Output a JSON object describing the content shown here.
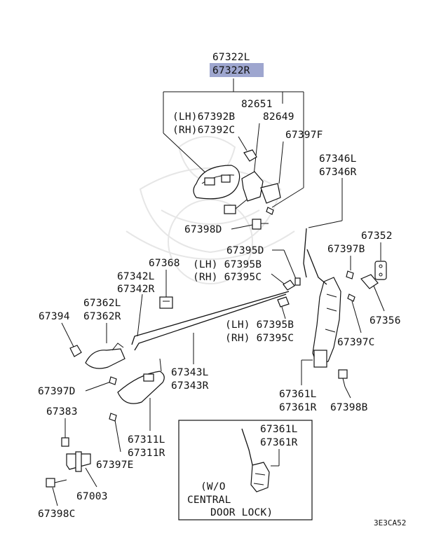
{
  "diagram_code": "3E3CA52",
  "highlight_color": "#9ea6cf",
  "labels": {
    "p67322L": "67322L",
    "p67322R": "67322R",
    "p82651": "82651",
    "p67392B": "(LH)67392B",
    "p82649": "82649",
    "p67392C": "(RH)67392C",
    "p67397F": "67397F",
    "p67346L": "67346L",
    "p67346R": "67346R",
    "p67352": "67352",
    "p67398D": "67398D",
    "p67395D": "67395D",
    "p67397B": "67397B",
    "p67368": "67368",
    "p67395B": "(LH) 67395B",
    "p67342L": "67342L",
    "p67395C_rh": "(RH) 67395C",
    "p67342R": "67342R",
    "p67362L": "67362L",
    "p67394": "67394",
    "p67362R": "67362R",
    "p67356": "67356",
    "p67395B_lh2": "(LH) 67395B",
    "p67395C_rh2": "(RH) 67395C",
    "p67397C": "67397C",
    "p67343L": "67343L",
    "p67343R": "67343R",
    "p67397D": "67397D",
    "p67361L": "67361L",
    "p67361R": "67361R",
    "p67398B": "67398B",
    "p67383": "67383",
    "p67311L": "67311L",
    "p67311R": "67311R",
    "p67397E": "67397E",
    "p67003": "67003",
    "p67398C": "67398C",
    "inset_67361L": "67361L",
    "inset_67361R": "67361R",
    "inset_note_1": "(W/O",
    "inset_note_2": "CENTRAL",
    "inset_note_3": "DOOR LOCK)"
  }
}
